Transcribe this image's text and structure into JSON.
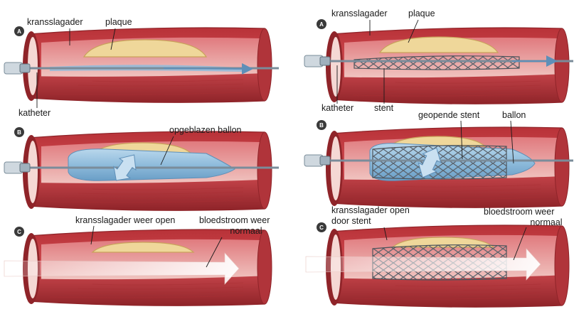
{
  "colors": {
    "artery_outer": "#c23a40",
    "artery_shade": "#8f2429",
    "artery_inner": "#d9646a",
    "lumen": "#f3c9c4",
    "plaque": "#efd79a",
    "plaque_edge": "#c9a25b",
    "balloon": "#8fbcdc",
    "stent": "#6c7580",
    "catheter": "#7a8c9a",
    "flow": "#ffffff",
    "badge": "#3a3a3a"
  },
  "left": {
    "panel_a": {
      "badge": "A",
      "labels": {
        "artery": "kransslagader",
        "plaque": "plaque",
        "catheter": "katheter"
      }
    },
    "panel_b": {
      "badge": "B",
      "labels": {
        "balloon": "opgeblazen ballon"
      }
    },
    "panel_c": {
      "badge": "C",
      "labels": {
        "artery_open": "kransslagader weer open",
        "flow_1": "bloedstroom weer",
        "flow_2": "normaal"
      }
    }
  },
  "right": {
    "panel_a": {
      "badge": "A",
      "labels": {
        "artery": "kransslagader",
        "plaque": "plaque",
        "catheter": "katheter",
        "stent": "stent"
      }
    },
    "panel_b": {
      "badge": "B",
      "labels": {
        "open_stent": "geopende stent",
        "balloon": "ballon"
      }
    },
    "panel_c": {
      "badge": "C",
      "labels": {
        "artery_open_1": "kransslagader open",
        "artery_open_2": "door stent",
        "flow_1": "bloedstroom weer",
        "flow_2": "normaal"
      }
    }
  },
  "icons": [
    "pointer-line-icon",
    "flow-arrow-icon",
    "expansion-arrow-icon",
    "stent-mesh-icon"
  ]
}
